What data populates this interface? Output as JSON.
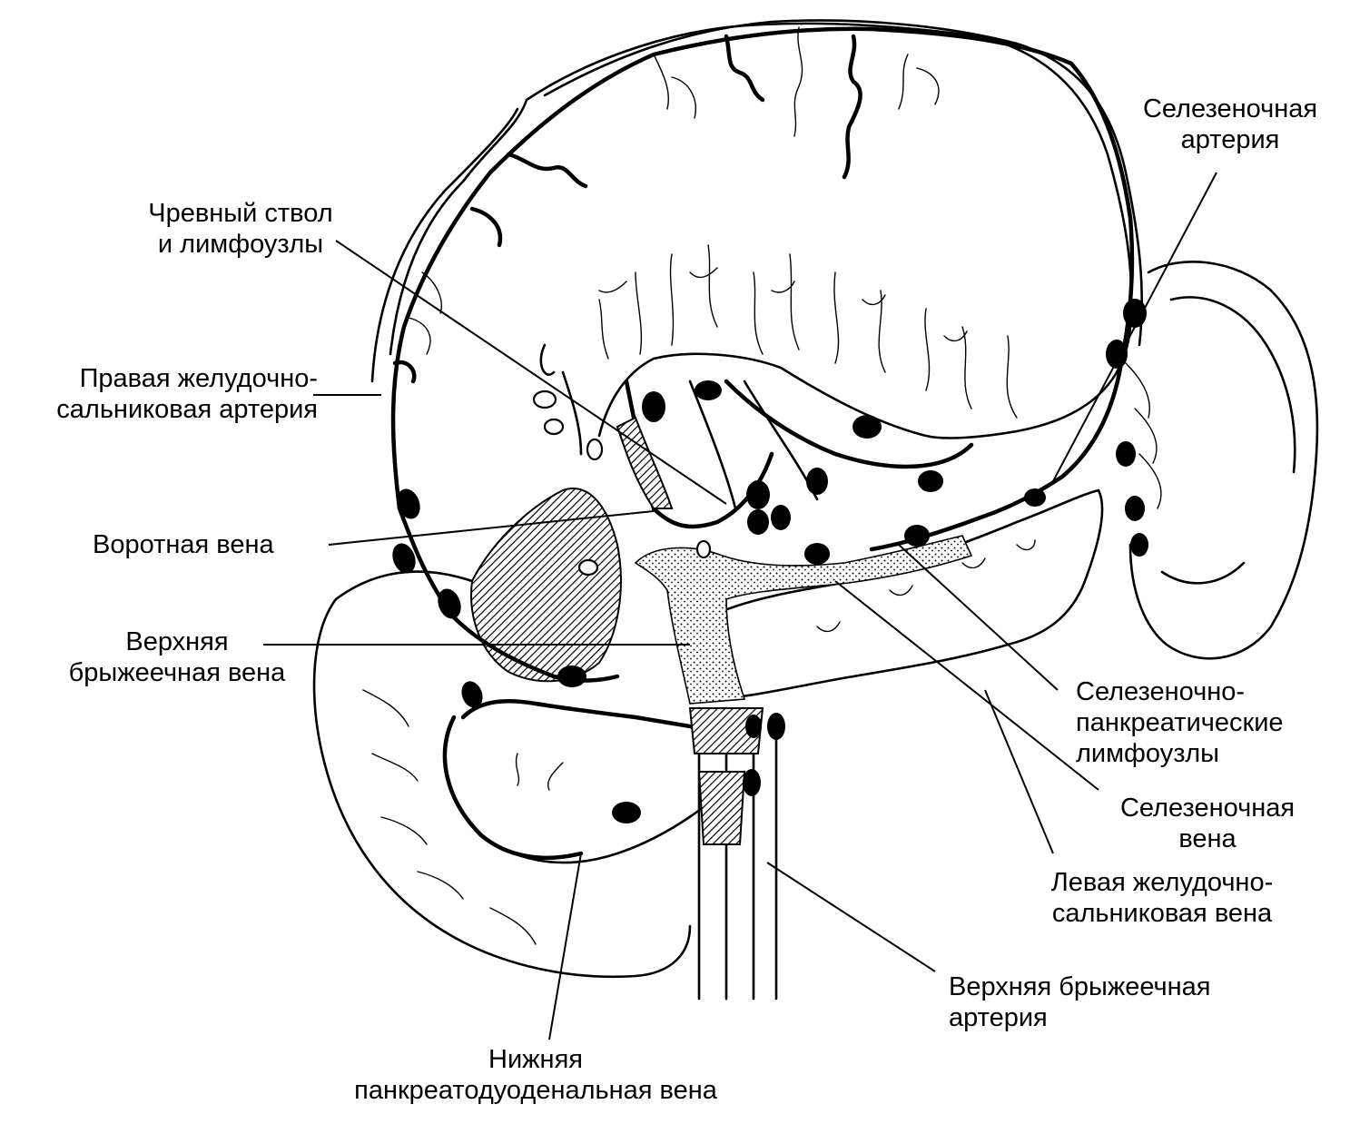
{
  "labels": {
    "celiac_trunk": [
      "Чревный ствол",
      "и лимфоузлы"
    ],
    "right_gastroepiploic_artery": [
      "Правая желудочно-",
      "сальниковая артерия"
    ],
    "portal_vein": [
      "Воротная вена"
    ],
    "superior_mesenteric_vein": [
      "Верхняя",
      "брыжеечная вена"
    ],
    "splenic_artery": [
      "Селезеночная",
      "артерия"
    ],
    "splenopancreatic_lymph_nodes": [
      "Селезеночно-",
      "панкреатические",
      "лимфоузлы"
    ],
    "splenic_vein": [
      "Селезеночная",
      "вена"
    ],
    "left_gastroepiploic_vein": [
      "Левая желудочно-",
      "сальниковая вена"
    ],
    "superior_mesenteric_artery": [
      "Верхняя брыжеечная",
      "артерия"
    ],
    "inferior_pancreaticoduodenal_vein": [
      "Нижняя",
      "панкреатодуоденальная вена"
    ]
  }
}
